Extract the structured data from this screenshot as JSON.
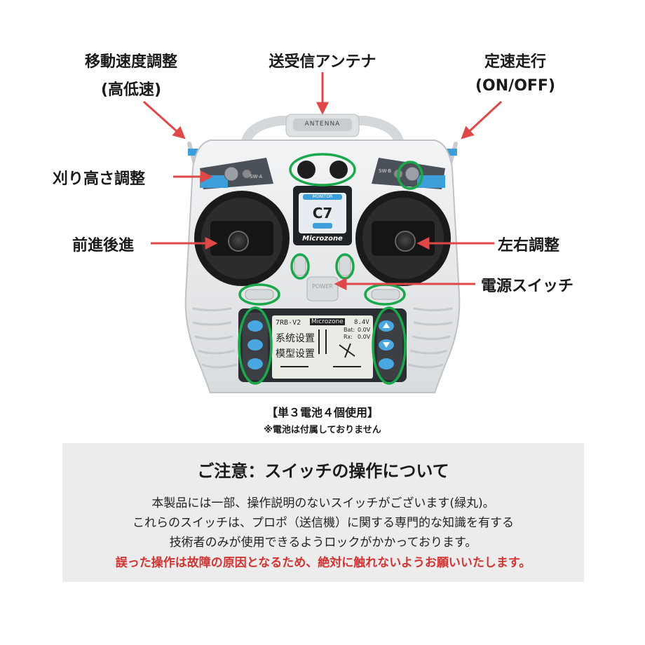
{
  "callouts": {
    "speed_line1": "移動速度調整",
    "speed_line2": "(高低速)",
    "antenna": "送受信アンテナ",
    "cruise_line1": "定速走行",
    "cruise_line2": "(ON/OFF)",
    "mow_height": "刈り高さ調整",
    "forward_back": "前進後進",
    "left_right": "左右調整",
    "power_switch": "電源スイッチ"
  },
  "device": {
    "antenna_label": "ANTENNA",
    "brand": "Microzone",
    "monitor_label": "MONITOR",
    "screen_model": "C7",
    "power_label": "POWER",
    "sw_left": "SW-A",
    "sw_right": "SW-B",
    "lcd": {
      "model": "7RB-V2",
      "brand": "Microzone",
      "battery": "8.4V",
      "bat_label": "Bat:",
      "bat_value": "0.0V",
      "rx_label": "Rx:",
      "rx_value": "0.0V",
      "menu1": "系统设置",
      "menu2": "模型设置"
    }
  },
  "battery": {
    "line1": "【単３電池４個使用】",
    "line2": "※電池は付属しておりません"
  },
  "notice": {
    "title": "ご注意：スイッチの操作について",
    "line1": "本製品には一部、操作説明のないスイッチがございます(緑丸)。",
    "line2": "これらのスイッチは、プロポ（送信機）に関する専門的な知識を有する",
    "line3": "技術者のみが使用できるようロックがかかっております。",
    "warning": "誤った操作は故障の原因となるため、絶対に触れないようお願いいたします。"
  },
  "colors": {
    "arrow": "#e04848",
    "green_marker": "#19a84a",
    "body": "#e8eaec",
    "accent_blue": "#4aa7e0",
    "warning": "#d23434"
  }
}
